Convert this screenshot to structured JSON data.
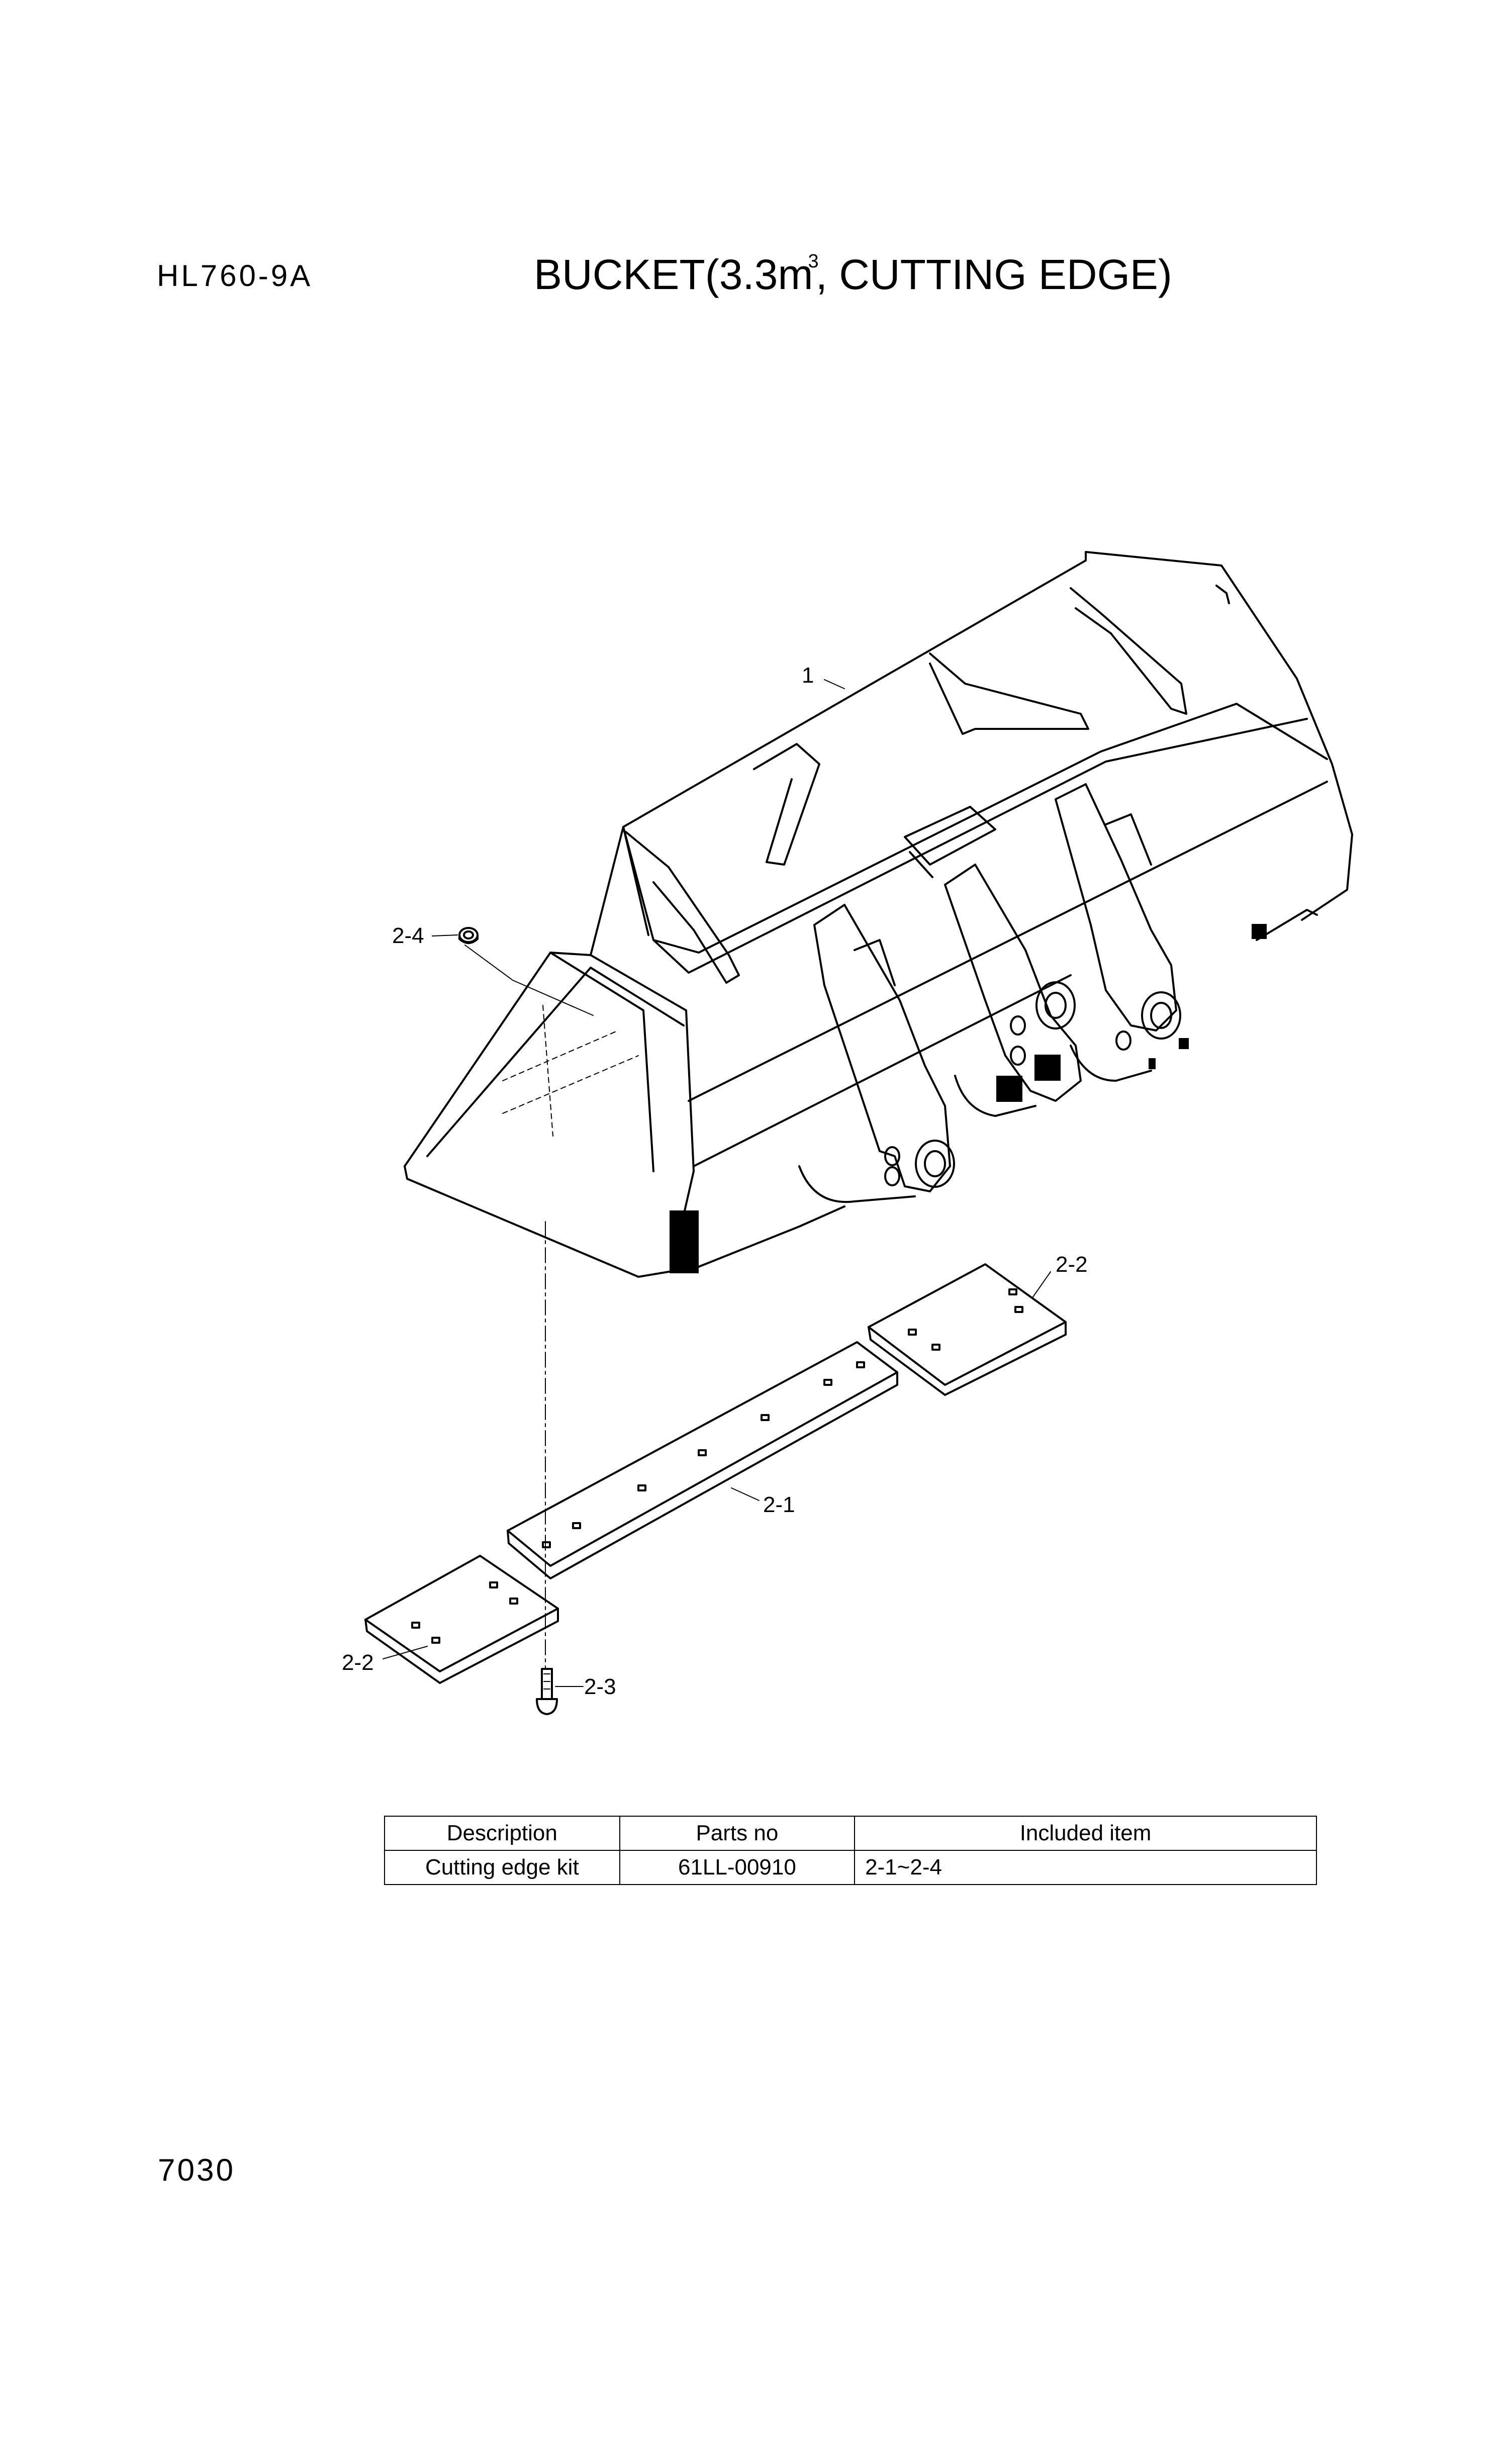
{
  "header": {
    "model": "HL760-9A",
    "title_pre": "BUCKET(3.3m",
    "title_sup": "3",
    "title_post": ", CUTTING EDGE)"
  },
  "callouts": {
    "bucket": "1",
    "nut": "2-4",
    "side_edge_right": "2-2",
    "center_edge": "2-1",
    "side_edge_left": "2-2",
    "bolt": "2-3"
  },
  "table": {
    "headers": [
      "Description",
      "Parts no",
      "Included item"
    ],
    "rows": [
      [
        "Cutting edge kit",
        "61LL-00910",
        "2-1~2-4"
      ]
    ]
  },
  "footer": {
    "page_number": "7030"
  }
}
